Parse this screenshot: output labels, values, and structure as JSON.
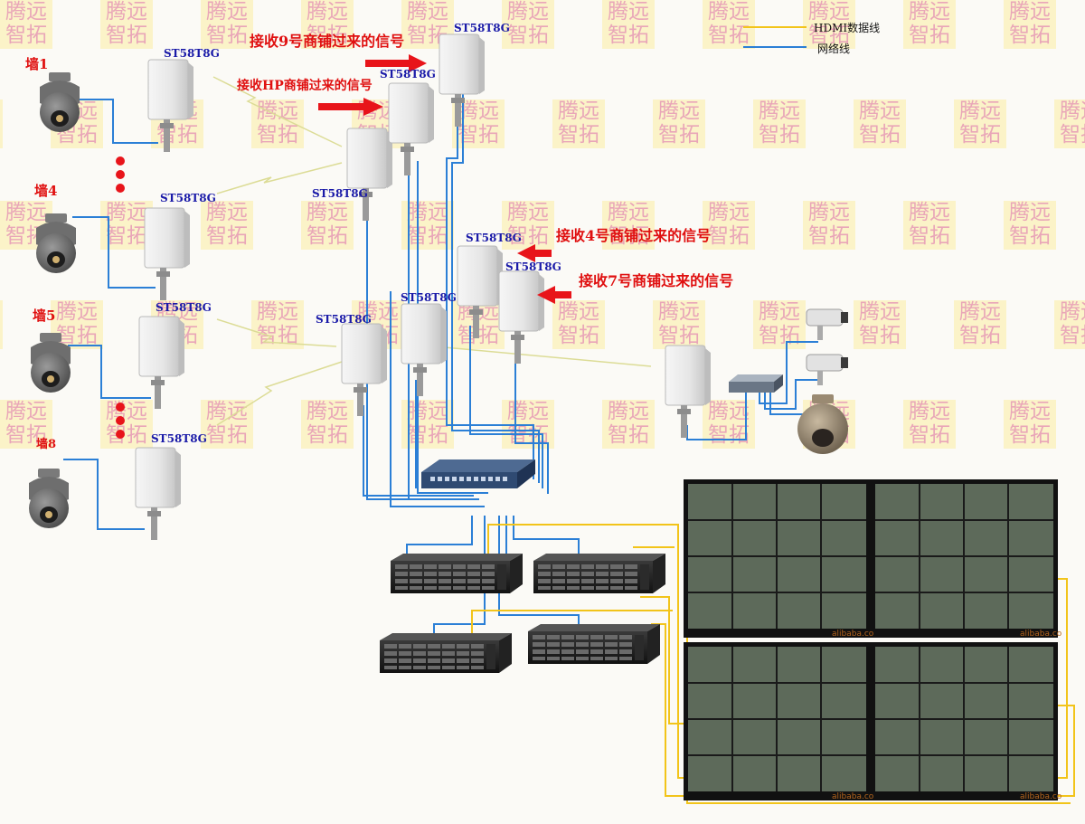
{
  "watermark": {
    "line1": "腾远",
    "line2": "智拓"
  },
  "legend": {
    "hdmi": {
      "label": "HDMI数据线",
      "color": "#f2c41a"
    },
    "network": {
      "label": "网络线",
      "color": "#2b7fd6"
    }
  },
  "walls": {
    "w1": "墙1",
    "w4": "墙4",
    "w5": "墙5",
    "w8": "墙8"
  },
  "device_model": "ST58T8G",
  "signals": {
    "s9": "接收9号商铺过来的信号",
    "shp": "接收HP商铺过来的信号",
    "s4": "接收4号商铺过来的信号",
    "s7": "接收7号商铺过来的信号"
  },
  "monitor_watermark": "alibaba.co",
  "colors": {
    "arrow": "#e8141a",
    "wall_label": "#e01010",
    "model_label": "#1a1aa8",
    "wireless_link": "#d8d890"
  }
}
